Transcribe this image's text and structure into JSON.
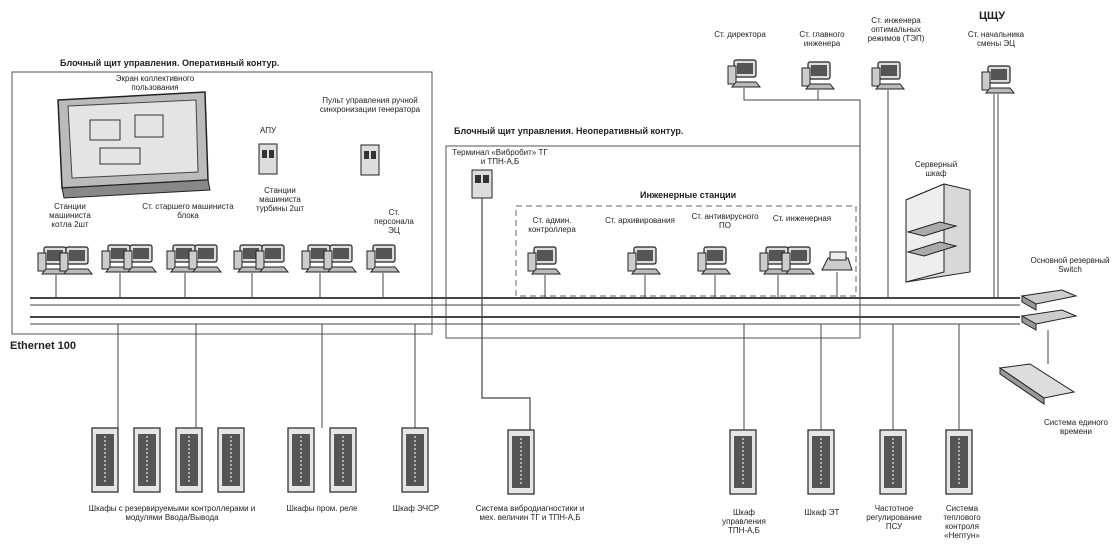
{
  "titles": {
    "operative": "Блочный щит управления. Оперативный контур.",
    "nonoperative": "Блочный щит управления. Неоперативный контур.",
    "eng_stations": "Инженерные станции",
    "ethernet": "Ethernet 100",
    "cshu": "ЦЩУ"
  },
  "labels": {
    "screen": "Экран коллективного пользования",
    "apu": "АПУ",
    "pult": "Пульт управления ручной синхронизации генератора",
    "st_kotla": "Станции машиниста котла 2шт",
    "st_starsh": "Ст. старшего машиниста блока",
    "st_turbiny": "Станции машиниста турбины 2шт",
    "st_persoch": "Ст. персонала ЭЦ",
    "terminal": "Терминал «Вибробит» ТГ и ТПН-А,Б",
    "st_admin": "Ст. админ. контроллера",
    "st_arch": "Ст. архивирования",
    "st_antivir": "Ст. антивирусного ПО",
    "st_eng": "Ст. инженерная",
    "st_dir": "Ст. директора",
    "st_glavn": "Ст. главного инженера",
    "st_opt": "Ст. инженера оптимальных режимов (ТЭП)",
    "st_nach": "Ст. начальника смены ЭЦ",
    "server": "Серверный шкаф",
    "switch": "Основной резервный Switch",
    "time_sys": "Система единого времени",
    "cab_reserv": "Шкафы с резервируемыми контроллерами и модулями Ввода/Вывода",
    "cab_prom": "Шкафы пром. реле",
    "cab_eshr": "Шкаф ЭЧСР",
    "cab_vibro": "Система вибродиагностики и мех. величин ТГ и ТПН-А,Б",
    "cab_tpn": "Шкаф управления ТПН-А,Б",
    "cab_et": "Шкаф ЭТ",
    "cab_freq": "Частотное регулирование ПСУ",
    "cab_teplo": "Система теплового контроля «Нептун»"
  }
}
